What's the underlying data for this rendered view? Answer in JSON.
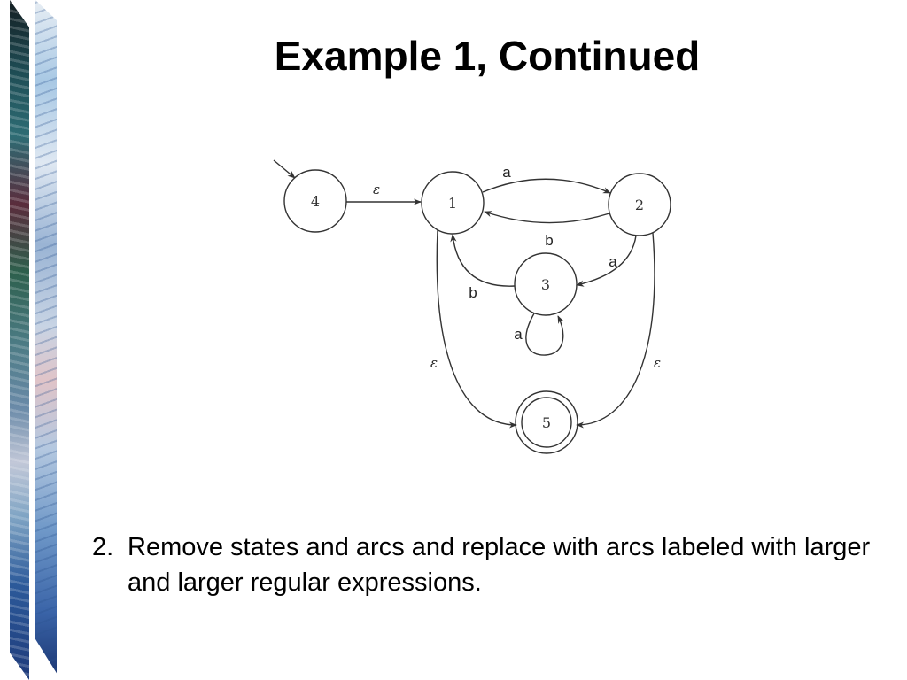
{
  "slide": {
    "title": "Example 1, Continued",
    "bullet": {
      "number": "2.",
      "text": "Remove states and arcs and replace with arcs labeled with larger and larger regular expressions."
    }
  },
  "diagram": {
    "states": [
      {
        "id": "4",
        "label": "4",
        "start": true,
        "accepting": false
      },
      {
        "id": "1",
        "label": "1",
        "start": false,
        "accepting": false
      },
      {
        "id": "2",
        "label": "2",
        "start": false,
        "accepting": false
      },
      {
        "id": "3",
        "label": "3",
        "start": false,
        "accepting": false
      },
      {
        "id": "5",
        "label": "5",
        "start": false,
        "accepting": true
      }
    ],
    "transitions": [
      {
        "from": "4",
        "to": "1",
        "label": "ε"
      },
      {
        "from": "1",
        "to": "2",
        "label": "a"
      },
      {
        "from": "2",
        "to": "1",
        "label": "b"
      },
      {
        "from": "2",
        "to": "3",
        "label": "a"
      },
      {
        "from": "3",
        "to": "1",
        "label": "b"
      },
      {
        "from": "3",
        "to": "3",
        "label": "a"
      },
      {
        "from": "1",
        "to": "5",
        "label": "ε"
      },
      {
        "from": "2",
        "to": "5",
        "label": "ε"
      }
    ],
    "colors": {
      "stroke": "#333333",
      "text": "#222222"
    }
  }
}
